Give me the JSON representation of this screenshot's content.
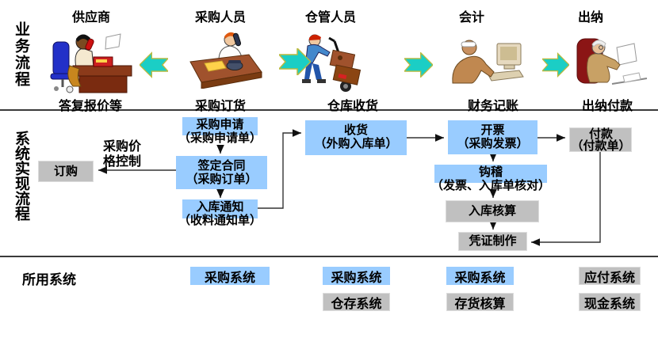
{
  "colors": {
    "box_blue": "#99CCFF",
    "box_gray": "#C0C0C0",
    "arrow_fill": "#1BCEC5",
    "arrow_stroke": "#B9B93E",
    "line": "#333333"
  },
  "section_labels": {
    "business_flow": "业务流程",
    "system_flow": "系统实现流程",
    "systems_used": "所用系统"
  },
  "roles": [
    {
      "name": "供应商",
      "action": "答复报价等"
    },
    {
      "name": "采购人员",
      "action": "采购订货"
    },
    {
      "name": "仓管人员",
      "action": "仓库收货"
    },
    {
      "name": "会计",
      "action": "财务记账"
    },
    {
      "name": "出纳",
      "action": "出纳付款"
    }
  ],
  "flow": {
    "order": "订购",
    "price_control": "采购价\n格控制",
    "purchase_request": {
      "line1": "采购申请",
      "line2": "（采购申请单）"
    },
    "sign_contract": {
      "line1": "签定合同",
      "line2": "（采购订单）"
    },
    "inbound_notice": {
      "line1": "入库通知",
      "line2": "（收料通知单）"
    },
    "receive": {
      "line1": "收货",
      "line2": "（外购入库单）"
    },
    "invoice": {
      "line1": "开票",
      "line2": "（采购发票）"
    },
    "payment": {
      "line1": "付款",
      "line2": "（付款单）"
    },
    "reconcile": {
      "line1": "钩稽",
      "line2": "（发票、入库单核对）"
    },
    "inbound_accounting": "入库核算",
    "voucher": "凭证制作"
  },
  "systems": [
    {
      "label": "采购系统",
      "color": "blue"
    },
    {
      "label": "采购系统",
      "color": "blue"
    },
    {
      "label": "仓存系统",
      "color": "gray"
    },
    {
      "label": "采购系统",
      "color": "blue"
    },
    {
      "label": "存货核算",
      "color": "gray"
    },
    {
      "label": "应付系统",
      "color": "gray"
    },
    {
      "label": "现金系统",
      "color": "gray"
    }
  ]
}
